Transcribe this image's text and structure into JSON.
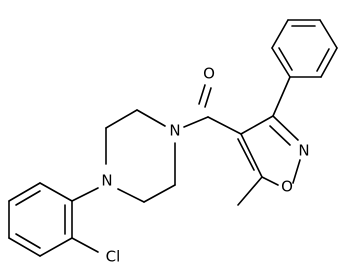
{
  "atom_labels": {
    "oxygen_carbonyl": "O",
    "nitrogen_piperazine_top": "N",
    "nitrogen_piperazine_bottom": "N",
    "nitrogen_isoxazole": "N",
    "oxygen_isoxazole": "O",
    "chlorine": "Cl"
  },
  "colors": {
    "line": "#000000",
    "background": "#ffffff"
  }
}
